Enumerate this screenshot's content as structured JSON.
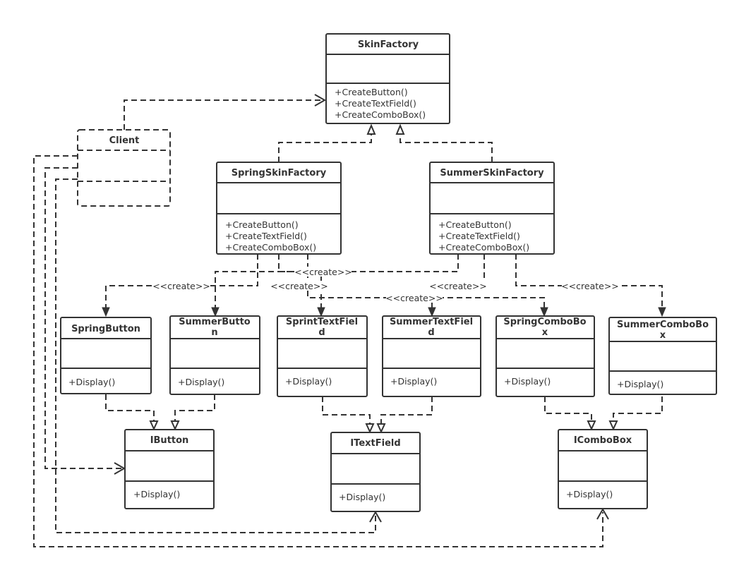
{
  "diagram": {
    "classes": {
      "skin_factory": {
        "title": [
          "SkinFactory"
        ],
        "methods": [
          "+CreateButton()",
          "+CreateTextField()",
          "+CreateComboBox()"
        ]
      },
      "client": {
        "title": [
          "Client"
        ],
        "methods": []
      },
      "spring_skin_factory": {
        "title": [
          "SpringSkinFactory"
        ],
        "methods": [
          "+CreateButton()",
          "+CreateTextField()",
          "+CreateComboBox()"
        ]
      },
      "summer_skin_factory": {
        "title": [
          "SummerSkinFactory"
        ],
        "methods": [
          "+CreateButton()",
          "+CreateTextField()",
          "+CreateComboBox()"
        ]
      },
      "spring_button": {
        "title": [
          "SpringButton"
        ],
        "methods": [
          "+Display()"
        ]
      },
      "summer_button": {
        "title": [
          "SummerButto",
          "n"
        ],
        "methods": [
          "+Display()"
        ]
      },
      "sprint_text_field": {
        "title": [
          "SprintTextFiel",
          "d"
        ],
        "methods": [
          "+Display()"
        ]
      },
      "summer_text_field": {
        "title": [
          "SummerTextFiel",
          "d"
        ],
        "methods": [
          "+Display()"
        ]
      },
      "spring_combo_box": {
        "title": [
          "SpringComboBo",
          "x"
        ],
        "methods": [
          "+Display()"
        ]
      },
      "summer_combo_box": {
        "title": [
          "SummerComboBo",
          "x"
        ],
        "methods": [
          "+Display()"
        ]
      },
      "ibutton": {
        "title": [
          "IButton"
        ],
        "methods": [
          "+Display()"
        ]
      },
      "itextfield": {
        "title": [
          "ITextField"
        ],
        "methods": [
          "+Display()"
        ]
      },
      "icombobox": {
        "title": [
          "IComboBox"
        ],
        "methods": [
          "+Display()"
        ]
      }
    },
    "create_label": "<<create>>"
  }
}
